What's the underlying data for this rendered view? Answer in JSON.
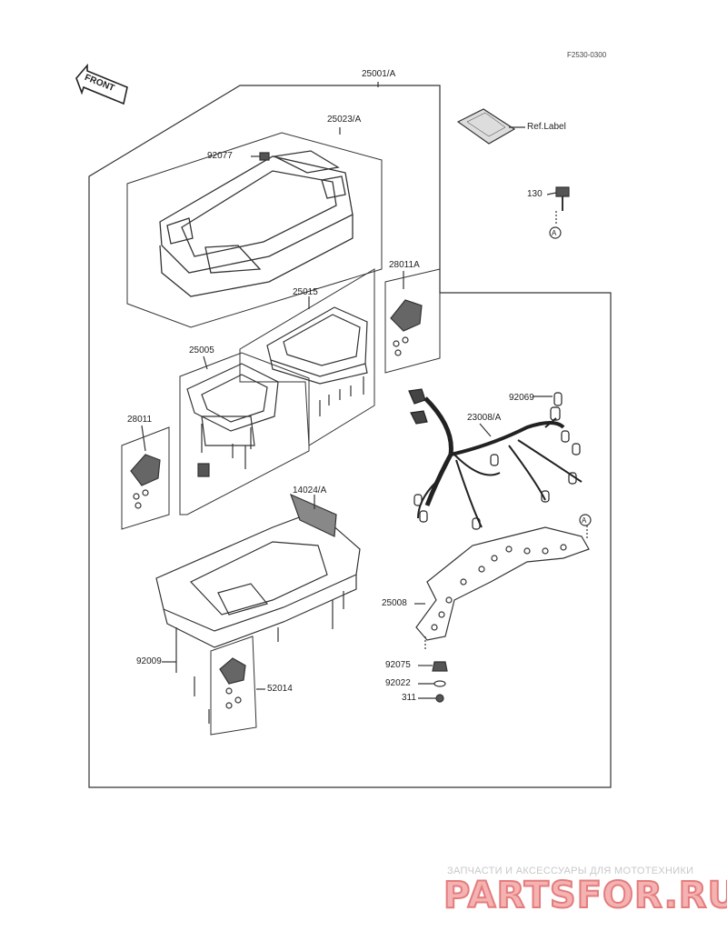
{
  "ref_code": "F2530-0300",
  "front_label": "FRONT",
  "labels": {
    "assy": "25001/A",
    "case_top": "25023/A",
    "screw_92077": "92077",
    "ref_label": "Ref.Label",
    "bolt_130": "130",
    "circle_a": "A",
    "holder_right": "28011A",
    "meter_25015": "25015",
    "meter_25005": "25005",
    "holder_left": "28011",
    "bulb_92069": "92069",
    "harness": "23008/A",
    "case_bottom": "14024/A",
    "circle_a2": "A",
    "bracket": "25008",
    "screw_92009": "92009",
    "part_52014": "52014",
    "nut_92075": "92075",
    "washer_92022": "92022",
    "nut_311": "311"
  },
  "watermark": {
    "subtitle": "ЗАПЧАСТИ И АКСЕССУАРЫ ДЛЯ МОТОТЕХНИКИ",
    "brand": "PARTSFOR.RU"
  }
}
